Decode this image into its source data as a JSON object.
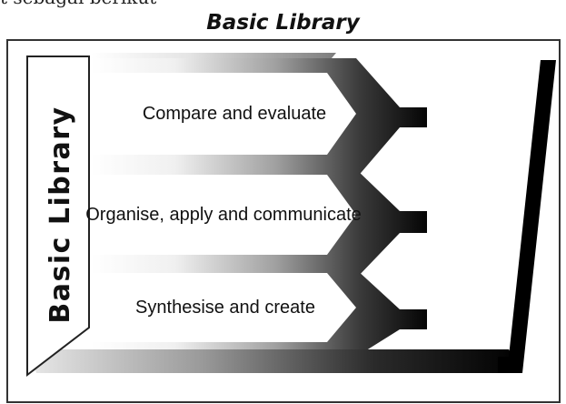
{
  "page": {
    "cut_off_text": "t sebagai berikut",
    "caption": "Basic Library"
  },
  "diagram": {
    "vertical_label": "Basic Library",
    "steps": [
      {
        "label": "Compare and evaluate"
      },
      {
        "label": "Organise, apply and communicate"
      },
      {
        "label": "Synthesise and create"
      }
    ]
  }
}
